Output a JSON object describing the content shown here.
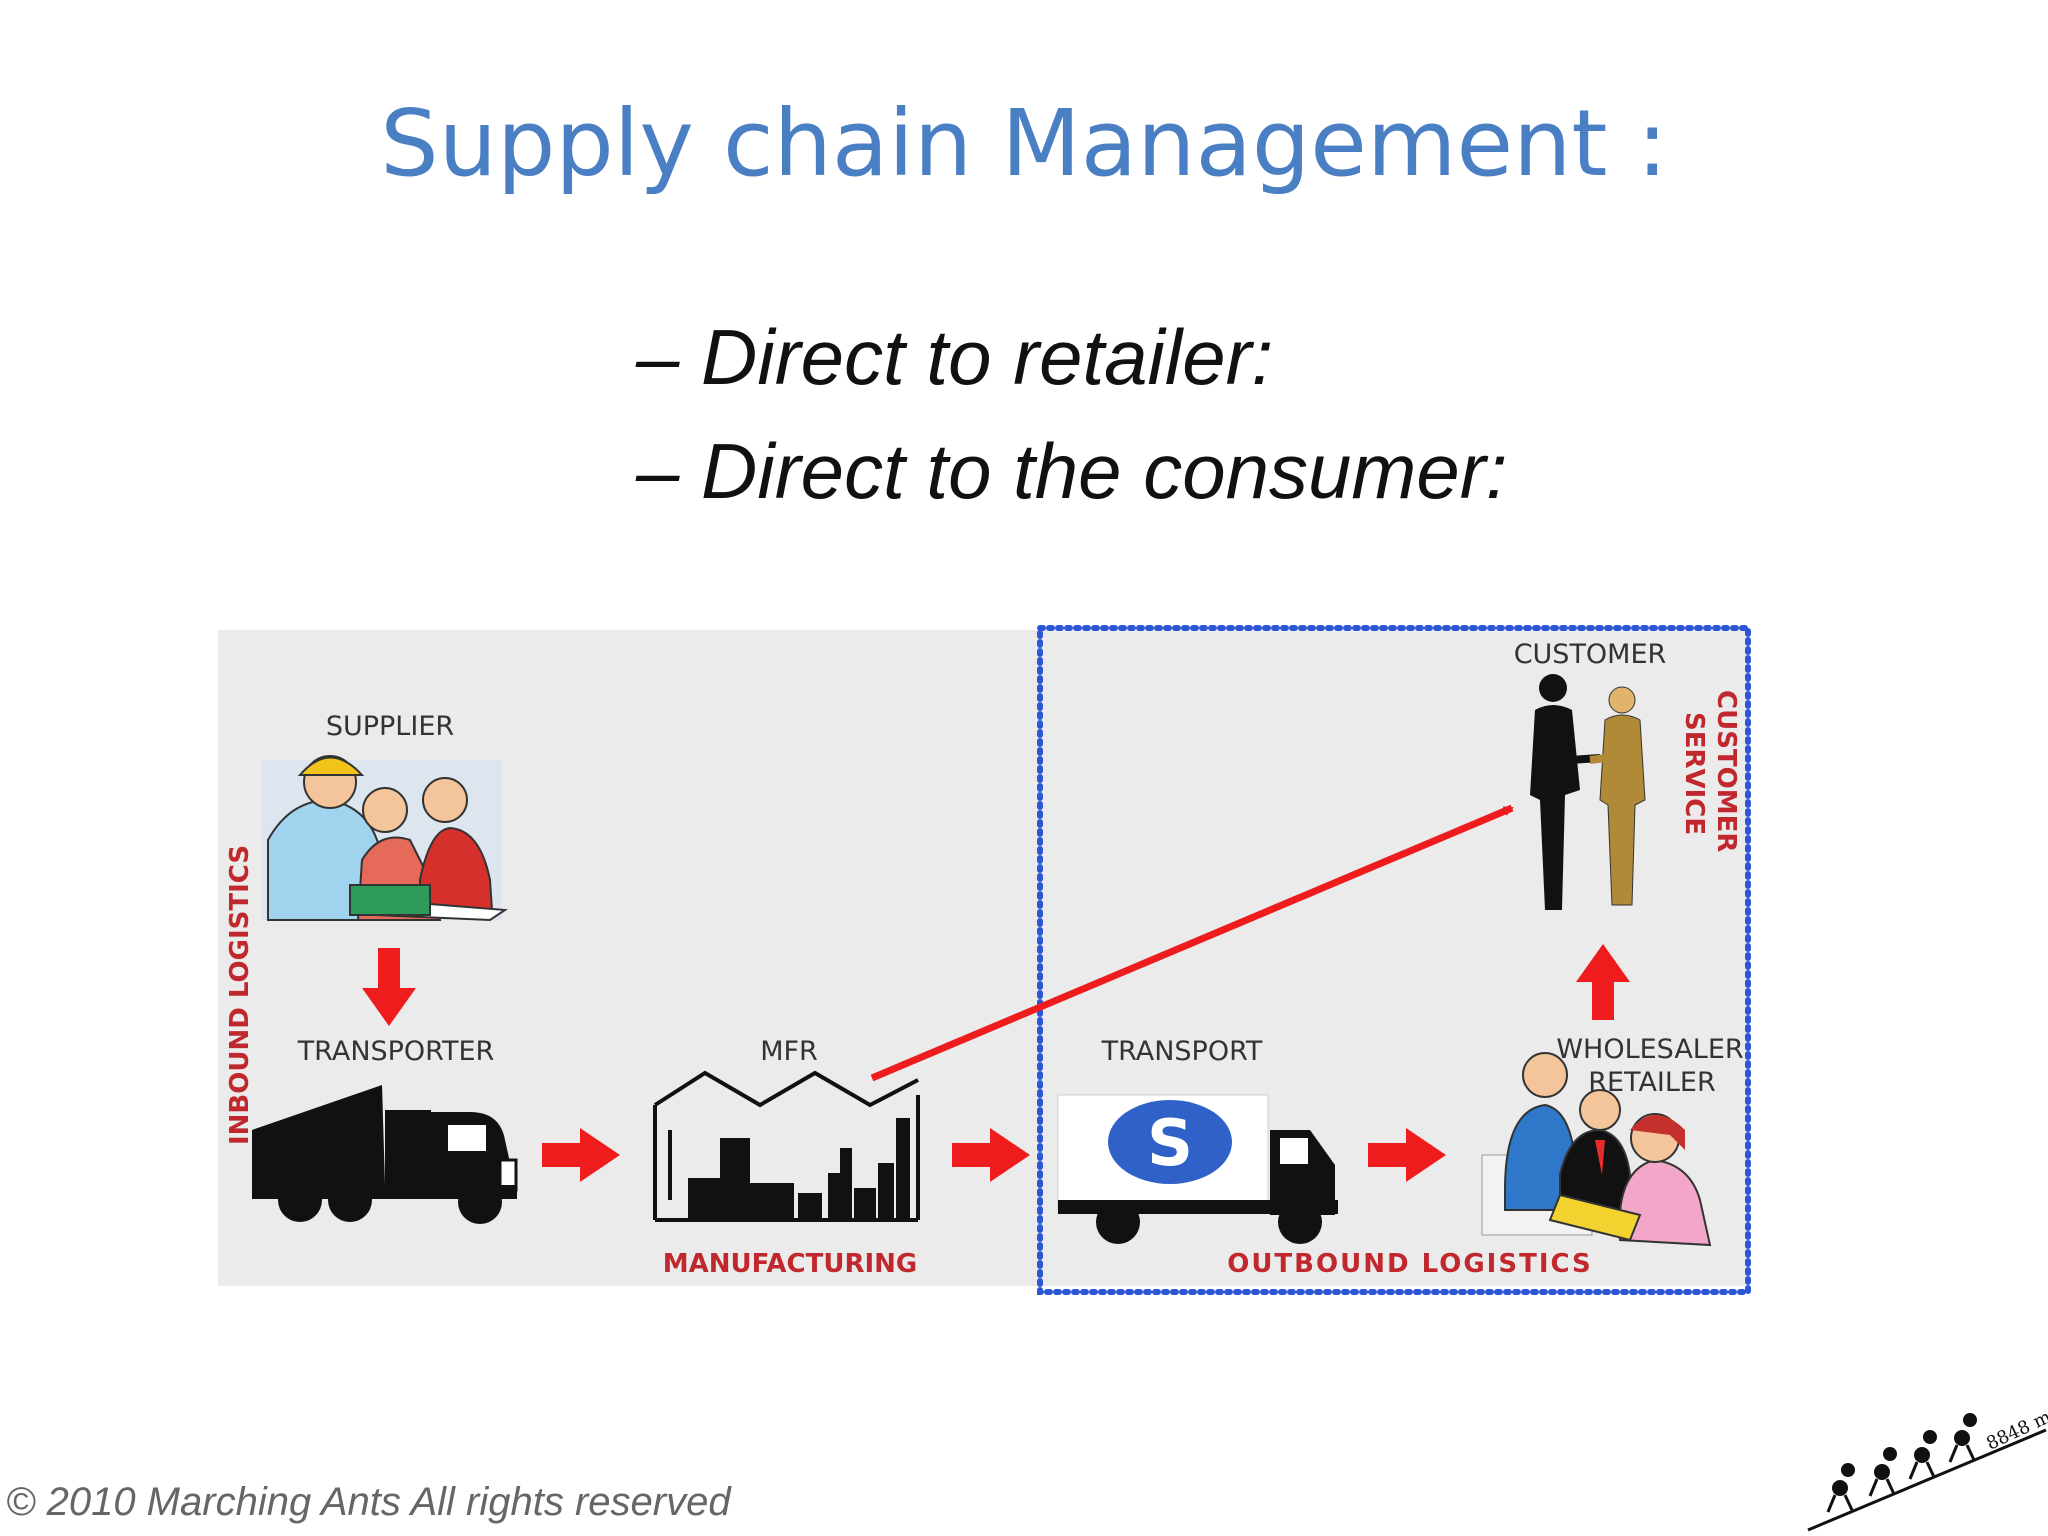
{
  "slide": {
    "title": "Supply chain Management :",
    "bullets": [
      "– Direct to retailer:",
      "– Direct to the consumer:"
    ],
    "footer": "© 2010 Marching Ants All rights reserved",
    "logo_text": "8848 m"
  },
  "diagram": {
    "labels": {
      "supplier": "SUPPLIER",
      "transporter": "TRANSPORTER",
      "mfr": "MFR",
      "transport": "TRANSPORT",
      "customer": "CUSTOMER",
      "wholesaler": "WHOLESALER",
      "retailer": "RETAILER",
      "customer_service_1": "CUSTOMER",
      "customer_service_2": "SERVICE",
      "inbound": "INBOUND LOGISTICS",
      "manufacturing": "MANUFACTURING",
      "outbound": "OUTBOUND LOGISTICS",
      "truck_logo": "S"
    },
    "colors": {
      "panel": "#ebebeb",
      "arrow": "#ee1c1c",
      "dotted_border": "#2b57d6",
      "section_label": "#c0282d",
      "label": "#333333"
    }
  }
}
